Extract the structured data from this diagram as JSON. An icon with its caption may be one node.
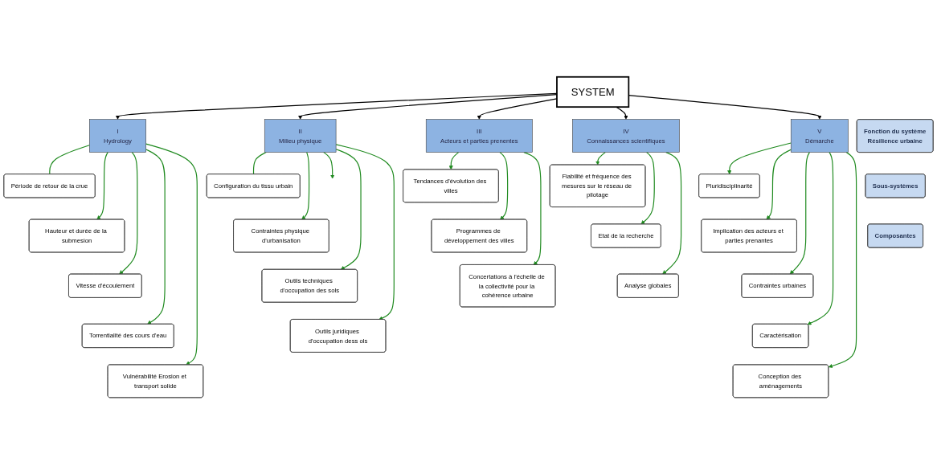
{
  "diagram": {
    "nodes": [
      {
        "text": [
          "SYSTEM"
        ]
      },
      {
        "text": [
          "I",
          "Hydrology"
        ]
      },
      {
        "text": [
          "II",
          "Milieu physique"
        ]
      },
      {
        "text": [
          "III",
          "Acteurs et parties prenentes"
        ]
      },
      {
        "text": [
          "IV",
          "Connaissances scientifiques"
        ]
      },
      {
        "text": [
          "V",
          "Démarche"
        ]
      },
      {
        "text": [
          "Fonction du système",
          "Résilience urbaine"
        ]
      },
      {
        "text": [
          "Sous-systèmes"
        ]
      },
      {
        "text": [
          "Composantes"
        ]
      },
      {
        "text": [
          "Période de retour de la crue"
        ]
      },
      {
        "text": [
          "Hauteur et durée de la submesion"
        ]
      },
      {
        "text": [
          "Vitesse d'écoulement"
        ]
      },
      {
        "text": [
          "Torrentialité des cours d'eau"
        ]
      },
      {
        "text": [
          "Vulnérabilité Erosion et transport solide"
        ]
      },
      {
        "text": [
          "Configuration du tissu urbain"
        ]
      },
      {
        "text": [
          "Contraintes physique d'urbanisation"
        ]
      },
      {
        "text": [
          "Outils techniques d'occupation des sols"
        ]
      },
      {
        "text": [
          "Outils juridiques d'occupation dess ols"
        ]
      },
      {
        "text": [
          "Tendances d'évolution des villes"
        ]
      },
      {
        "text": [
          "Programmes de développement des villes"
        ]
      },
      {
        "text": [
          "Concertations à l'échelle de la collectivité pour la cohérence urbaine"
        ]
      },
      {
        "text": [
          "Fiabilité et fréquence des mesures sur le réseau de pilotage"
        ]
      },
      {
        "text": [
          "Etat de la recherche"
        ]
      },
      {
        "text": [
          "Analyse globales"
        ]
      },
      {
        "text": [
          "Pluridisciplinarité"
        ]
      },
      {
        "text": [
          "Implication des acteurs et parties prenantes"
        ]
      },
      {
        "text": [
          "Contraintes urbaines"
        ]
      },
      {
        "text": [
          "Caractérisation"
        ]
      },
      {
        "text": [
          "Conception des aménagements"
        ]
      }
    ],
    "edges": [
      {
        "from": 0,
        "to": 1,
        "arrow": "to",
        "color": "#000000"
      },
      {
        "from": 0,
        "to": 2,
        "arrow": "to",
        "color": "#000000"
      },
      {
        "from": 0,
        "to": 3,
        "arrow": "to",
        "color": "#000000"
      },
      {
        "from": 0,
        "to": 4,
        "arrow": "to",
        "color": "#000000"
      },
      {
        "from": 0,
        "to": 5,
        "arrow": "to",
        "color": "#000000"
      },
      {
        "from": 1,
        "to": 9,
        "arrow": "none"
      },
      {
        "from": 1,
        "to": 10,
        "arrow": "to"
      },
      {
        "from": 1,
        "to": 11,
        "arrow": "to"
      },
      {
        "from": 1,
        "to": 12,
        "arrow": "to"
      },
      {
        "from": 1,
        "to": 13,
        "arrow": "to"
      },
      {
        "from": 2,
        "to": 14,
        "arrow": "none"
      },
      {
        "from": 2,
        "to": 15,
        "arrow": "to"
      },
      {
        "from": 2,
        "to": null,
        "arrow": "to"
      },
      {
        "from": 2,
        "to": 16,
        "arrow": "to"
      },
      {
        "from": 2,
        "to": 17,
        "arrow": "to"
      },
      {
        "from": 3,
        "to": 18,
        "arrow": "to"
      },
      {
        "from": 3,
        "to": 19,
        "arrow": "to"
      },
      {
        "from": 3,
        "to": 20,
        "arrow": "to"
      },
      {
        "from": 4,
        "to": 21,
        "arrow": "to"
      },
      {
        "from": 4,
        "to": 22,
        "arrow": "to"
      },
      {
        "from": 4,
        "to": 23,
        "arrow": "to"
      },
      {
        "from": 5,
        "to": 24,
        "arrow": "to"
      },
      {
        "from": 5,
        "to": 25,
        "arrow": "to"
      },
      {
        "from": 5,
        "to": 26,
        "arrow": "to"
      },
      {
        "from": 5,
        "to": 27,
        "arrow": "to"
      },
      {
        "from": 5,
        "to": 28,
        "arrow": "to"
      }
    ]
  }
}
